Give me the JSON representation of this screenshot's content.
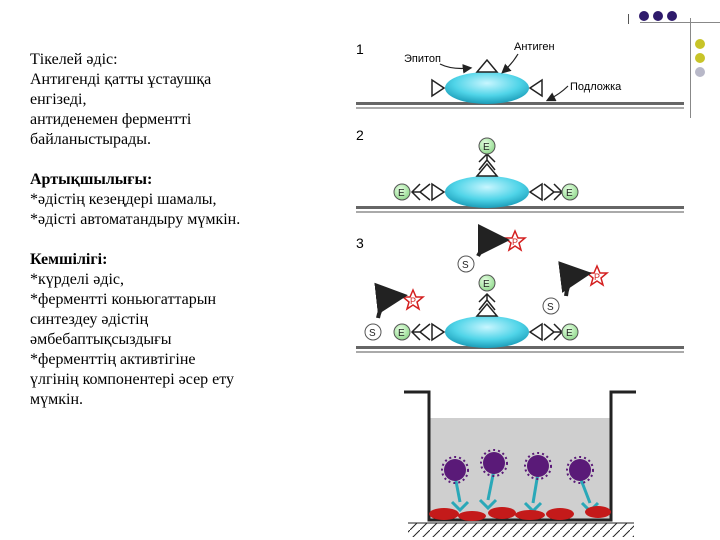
{
  "method": {
    "title_bold": "Тікелей әдіс",
    "title_colon": ":",
    "lines": [
      "Антигенді қатты ұстаушқа",
      "енгізеді,",
      "антиденемен ферментті",
      "байланыстырады."
    ]
  },
  "advantages": {
    "title": "Артықшылығы:",
    "lines": [
      "*әдістің кезеңдері шамалы,",
      "*әдісті автоматандыру мүмкін."
    ]
  },
  "disadvantages": {
    "title": "Кемшілігі:",
    "lines": [
      "*күрделі әдіс,",
      "*ферментті коньюгаттарын",
      "синтездеу әдістің",
      "әмбебаптықсыздығы",
      "*ферменттің активтігіне",
      "үлгінің компонентері әсер ету",
      "мүмкін."
    ]
  },
  "diagram": {
    "step1": "1",
    "step2": "2",
    "step3": "3",
    "epitope": "Эпитоп",
    "antigen": "Антиген",
    "substrate": "Подложка",
    "enzyme_letter": "E",
    "substrate_letter": "S",
    "product_letter": "P"
  },
  "colors": {
    "deco_dot_navy": "#2e1a6b",
    "deco_dot_olive": "#c8c428",
    "deco_dot_gray": "#b8b8c8",
    "antigen_cyan": "#4fd4e8",
    "enzyme_green": "#9ee69a",
    "product_red": "#d42020",
    "well_gray": "#cfcfcf",
    "bead_purple": "#5a1a78",
    "base_red": "#c41a1a"
  }
}
